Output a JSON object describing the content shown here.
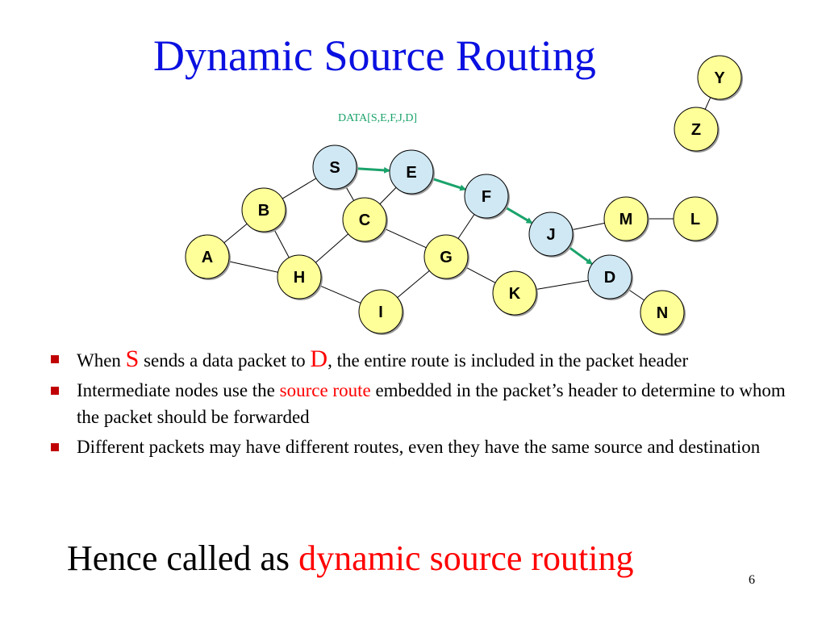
{
  "title": "Dynamic Source Routing",
  "packet_label": "DATA[S,E,F,J,D]",
  "diagram": {
    "nodes": [
      {
        "id": "S",
        "style": "route"
      },
      {
        "id": "E",
        "style": "route"
      },
      {
        "id": "F",
        "style": "route"
      },
      {
        "id": "J",
        "style": "route"
      },
      {
        "id": "D",
        "style": "route"
      },
      {
        "id": "A",
        "style": "normal"
      },
      {
        "id": "B",
        "style": "normal"
      },
      {
        "id": "C",
        "style": "normal"
      },
      {
        "id": "G",
        "style": "normal"
      },
      {
        "id": "H",
        "style": "normal"
      },
      {
        "id": "I",
        "style": "normal"
      },
      {
        "id": "K",
        "style": "normal"
      },
      {
        "id": "M",
        "style": "normal"
      },
      {
        "id": "L",
        "style": "normal"
      },
      {
        "id": "N",
        "style": "normal"
      },
      {
        "id": "Y",
        "style": "normal"
      },
      {
        "id": "Z",
        "style": "normal"
      }
    ],
    "links": [
      [
        "S",
        "B"
      ],
      [
        "S",
        "C"
      ],
      [
        "C",
        "E"
      ],
      [
        "B",
        "H"
      ],
      [
        "A",
        "H"
      ],
      [
        "A",
        "B"
      ],
      [
        "C",
        "H"
      ],
      [
        "C",
        "G"
      ],
      [
        "G",
        "F"
      ],
      [
        "G",
        "I"
      ],
      [
        "H",
        "I"
      ],
      [
        "J",
        "M"
      ],
      [
        "M",
        "L"
      ],
      [
        "K",
        "D"
      ],
      [
        "K",
        "G"
      ],
      [
        "D",
        "N"
      ],
      [
        "Y",
        "Z"
      ]
    ],
    "route_hops": [
      [
        "S",
        "E"
      ],
      [
        "E",
        "F"
      ],
      [
        "F",
        "J"
      ],
      [
        "J",
        "D"
      ]
    ],
    "colors": {
      "route_node_fill": "#cfe8f3",
      "normal_node_fill": "#ffff99",
      "node_border": "#000000",
      "link": "#000000",
      "route_arrow": "#1aa36b",
      "title": "#0a10e0",
      "highlight": "#ff0000",
      "bullet": "#c00000"
    }
  },
  "bullets": [
    {
      "parts": [
        {
          "text": "When ",
          "style": "normal"
        },
        {
          "text": "S",
          "style": "red-big"
        },
        {
          "text": " sends a data packet to ",
          "style": "normal"
        },
        {
          "text": "D",
          "style": "red-big"
        },
        {
          "text": ", the entire route is included in the packet header",
          "style": "normal"
        }
      ]
    },
    {
      "parts": [
        {
          "text": "Intermediate nodes use the ",
          "style": "normal"
        },
        {
          "text": "source route",
          "style": "red"
        },
        {
          "text": " embedded in the packet’s header to determine to whom the packet should be forwarded",
          "style": "normal"
        }
      ]
    },
    {
      "parts": [
        {
          "text": "Different packets may have different routes, even they have the same source and destination",
          "style": "normal"
        }
      ]
    }
  ],
  "conclusion": {
    "prefix": "Hence called as ",
    "highlight": "dynamic source routing"
  },
  "page_number": "6"
}
